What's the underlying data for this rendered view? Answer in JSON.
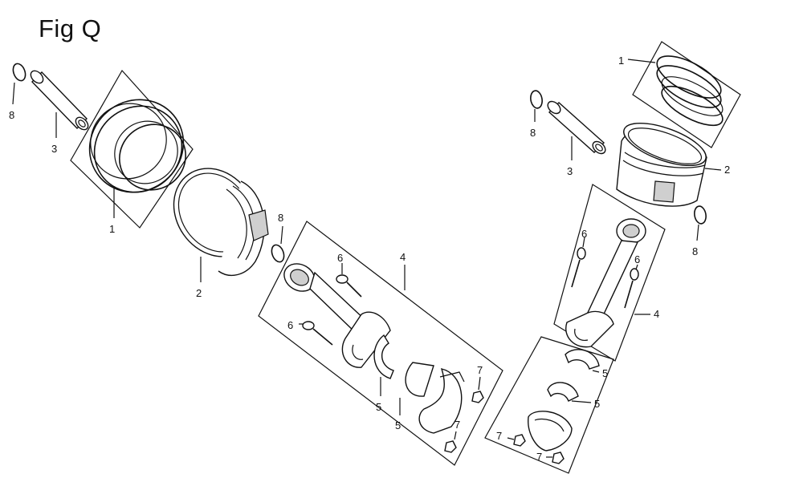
{
  "title": "Fig Q",
  "callouts": {
    "l1": "1",
    "l2": "2",
    "l3": "3",
    "l4": "4",
    "l5a": "5",
    "l5b": "5",
    "l6a": "6",
    "l6b": "6",
    "l7a": "7",
    "l7b": "7",
    "l8a": "8",
    "l8b": "8",
    "r1": "1",
    "r2": "2",
    "r3": "3",
    "r4": "4",
    "r5a": "5",
    "r5b": "5",
    "r6a": "6",
    "r6b": "6",
    "r7a": "7",
    "r7b": "7",
    "r8a": "8",
    "r8b": "8"
  }
}
